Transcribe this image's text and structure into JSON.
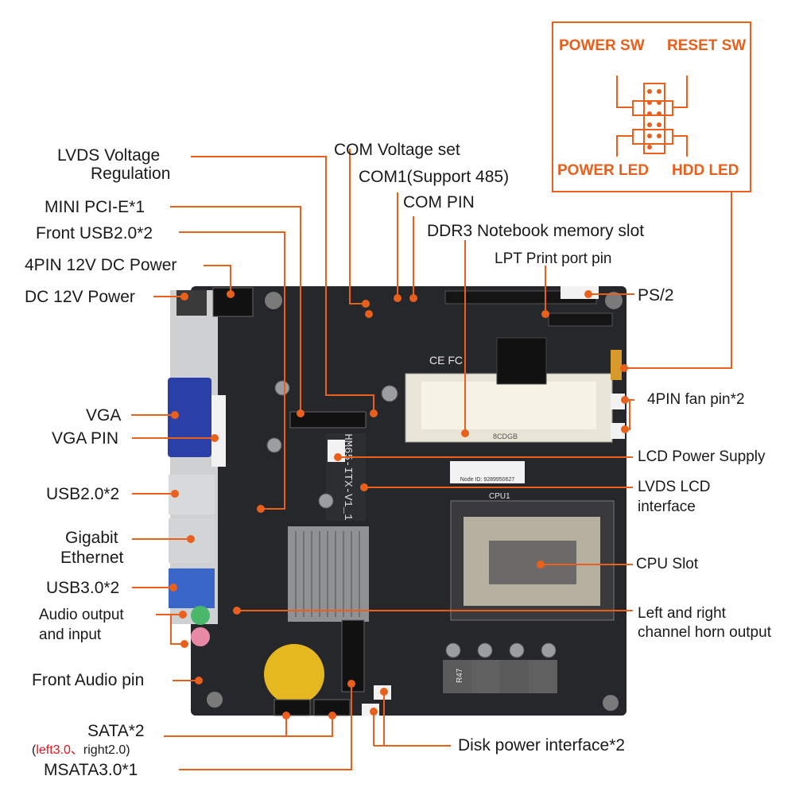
{
  "labels": {
    "lvds_voltage": "LVDS Voltage",
    "regulation": "Regulation",
    "mini_pcie": "MINI PCI-E*1",
    "front_usb": "Front USB2.0*2",
    "pin4_power": "4PIN 12V DC Power",
    "dc12v": "DC 12V Power",
    "vga": "VGA",
    "vga_pin": "VGA PIN",
    "usb20": "USB2.0*2",
    "gigabit": "Gigabit",
    "ethernet": "Ethernet",
    "usb30": "USB3.0*2",
    "audio_out": "Audio output",
    "audio_in": "and input",
    "front_audio": "Front Audio pin",
    "sata": "SATA*2",
    "sata_note_open": "(",
    "sata_left": "left3.0、",
    "sata_right": "right2.0)",
    "msata": "MSATA3.0*1",
    "com_voltage": "COM Voltage set",
    "com1": "COM1(Support 485)",
    "com_pin": "COM PIN",
    "ddr3": "DDR3 Notebook memory slot",
    "lpt": "LPT Print port pin",
    "ps2": "PS/2",
    "fan": "4PIN fan pin*2",
    "lcd_power": "LCD Power Supply",
    "lvds_lcd": "LVDS LCD",
    "lvds_interface": "interface",
    "cpu_slot": "CPU Slot",
    "horn1": "Left and right",
    "horn2": "channel horn output",
    "disk_power": "Disk power interface*2"
  },
  "front_panel": {
    "power_sw": "POWER SW",
    "reset_sw": "RESET SW",
    "power_led": "POWER LED",
    "hdd_led": "HDD  LED"
  },
  "board_text": {
    "model": "HM65-ITX-V1_1",
    "cpu": "CPU1",
    "ram": "8CDGB",
    "node": "Node ID: 9289950627",
    "ce": "CE FC",
    "inductor": "R47"
  },
  "colors": {
    "accent": "#e8601c",
    "pcb": "#26272a",
    "text": "#1a1a1a",
    "red_note": "#e0141e"
  }
}
